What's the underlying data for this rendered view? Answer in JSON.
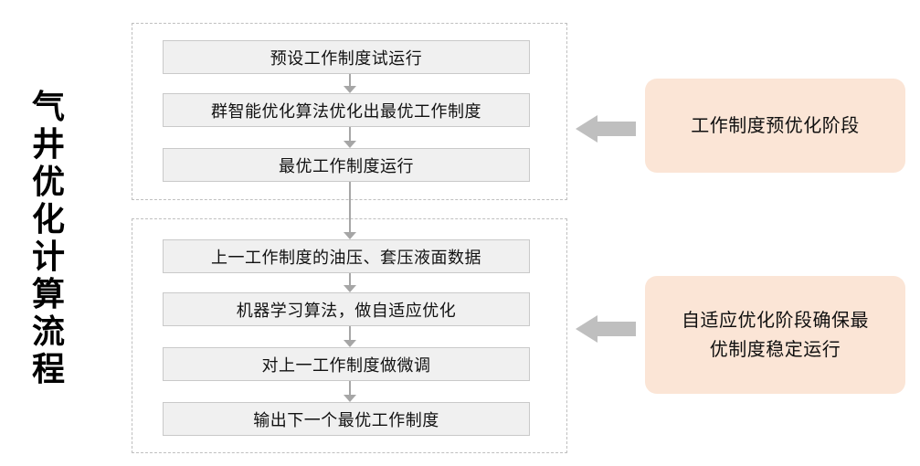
{
  "title": {
    "text": "气井优化计算流程",
    "chars": [
      "气",
      "井",
      "优",
      "化",
      "计",
      "算",
      "流",
      "程"
    ]
  },
  "colors": {
    "step_fill": "#F0F0F0",
    "step_border": "#C9C9C9",
    "group_border": "#BFBFBF",
    "arrow_gray": "#BFBFBF",
    "connector_gray": "#A6A6A6",
    "phase_fill": "#FBE5D6",
    "text": "#111111",
    "background": "#FFFFFF"
  },
  "groups": [
    {
      "id": "preoptimization",
      "steps": [
        {
          "label": "预设工作制度试运行"
        },
        {
          "label": "群智能优化算法优化出最优工作制度"
        },
        {
          "label": "最优工作制度运行"
        }
      ],
      "phase": {
        "lines": [
          "工作制度预优化阶段"
        ],
        "arrow": "left-arrow-icon"
      }
    },
    {
      "id": "adaptive-optimization",
      "steps": [
        {
          "label": "上一工作制度的油压、套压液面数据"
        },
        {
          "label": "机器学习算法，做自适应优化"
        },
        {
          "label": "对上一工作制度做微调"
        },
        {
          "label": "输出下一个最优工作制度"
        }
      ],
      "phase": {
        "lines": [
          "自适应优化阶段确保最",
          "优制度稳定运行"
        ],
        "arrow": "left-arrow-icon"
      }
    }
  ]
}
